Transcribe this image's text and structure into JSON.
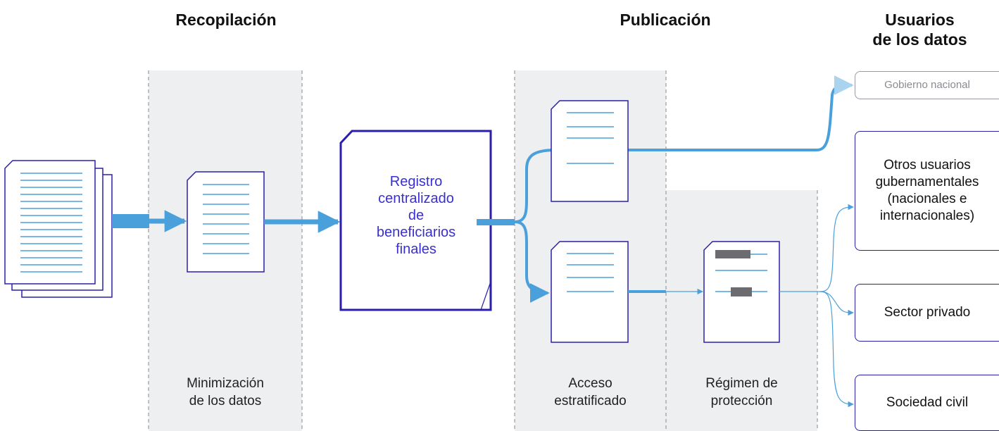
{
  "headers": {
    "collection": "Recopilación",
    "publication": "Publicación",
    "users": "Usuarios\nde los datos"
  },
  "zones": {
    "minimization": "Minimización\nde los datos",
    "tiered_access": "Acceso\nestratificado",
    "protection": "Régimen de\nprotección"
  },
  "registry": {
    "label": "Registro\ncentralizado\nde\nbeneficiarios\nfinales"
  },
  "users": [
    {
      "id": "gobierno-nacional",
      "label": "Gobierno nacional",
      "muted": true
    },
    {
      "id": "otros-usuarios",
      "label": "Otros usuarios\ngubernamentales\n(nacionales e\ninternacionales)",
      "muted": false
    },
    {
      "id": "sector-privado",
      "label": "Sector privado",
      "muted": false
    },
    {
      "id": "sociedad-civil",
      "label": "Sociedad civil",
      "muted": false
    }
  ],
  "colors": {
    "zone_bg": "#eeeff1",
    "doc_border": "#2a1fa8",
    "doc_lines": "#4aa0db",
    "arrow": "#4aa0db",
    "arrow_light": "#a9d3ee",
    "registry_text": "#3a2fd0",
    "redaction": "#6b6b70"
  }
}
